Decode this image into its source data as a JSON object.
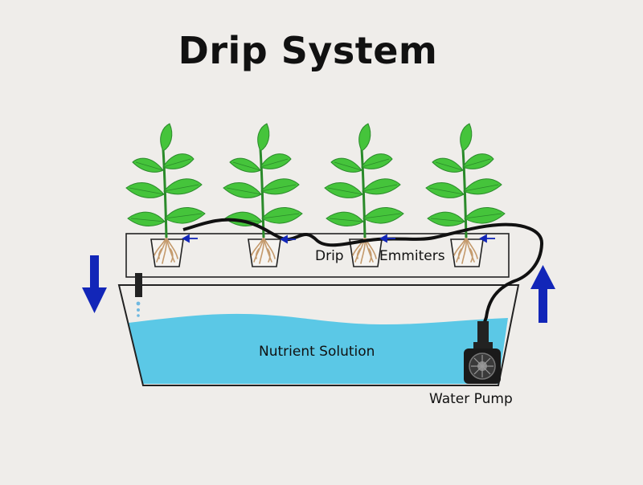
{
  "title": "Drip System",
  "labels": {
    "drip": "Drip",
    "emitters": "Emmiters",
    "nutrient_solution": "Nutrient Solution",
    "water_pump": "Water Pump"
  },
  "colors": {
    "background": "#efedea",
    "water": "#5bc8e6",
    "arrow": "#1226b8",
    "leaf": "#45c43b",
    "leaf_dark": "#2a8a2a",
    "tube": "#111111",
    "root": "#c49a6c"
  },
  "icons": [
    "plant-icon",
    "down-arrow-icon",
    "up-arrow-icon",
    "water-pump-icon",
    "drip-emitter-arrow-icon"
  ]
}
